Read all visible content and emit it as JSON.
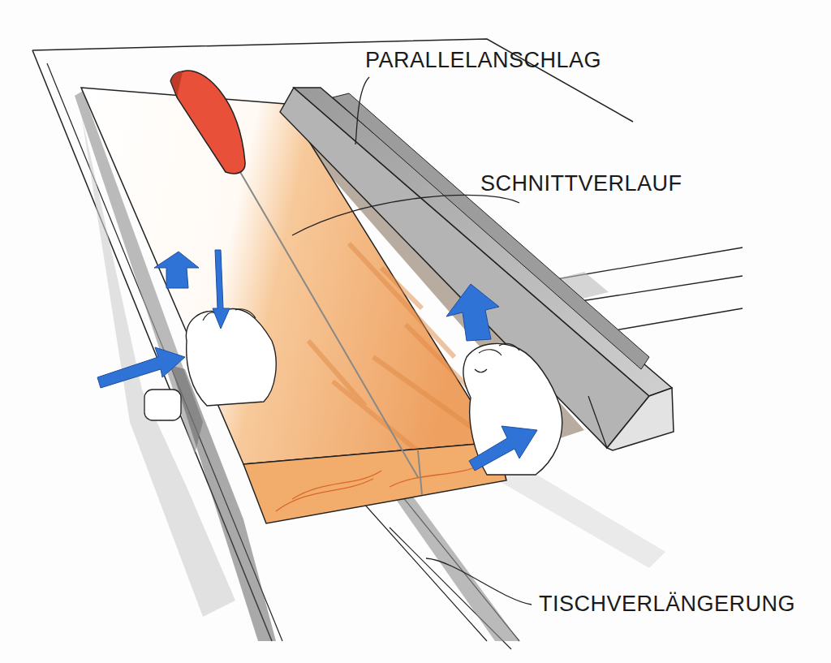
{
  "diagram": {
    "labels": [
      "PARALLELANSCHLAG",
      "SCHNITTVERLAUF",
      "TISCHVERLÄNGERUNG"
    ]
  }
}
